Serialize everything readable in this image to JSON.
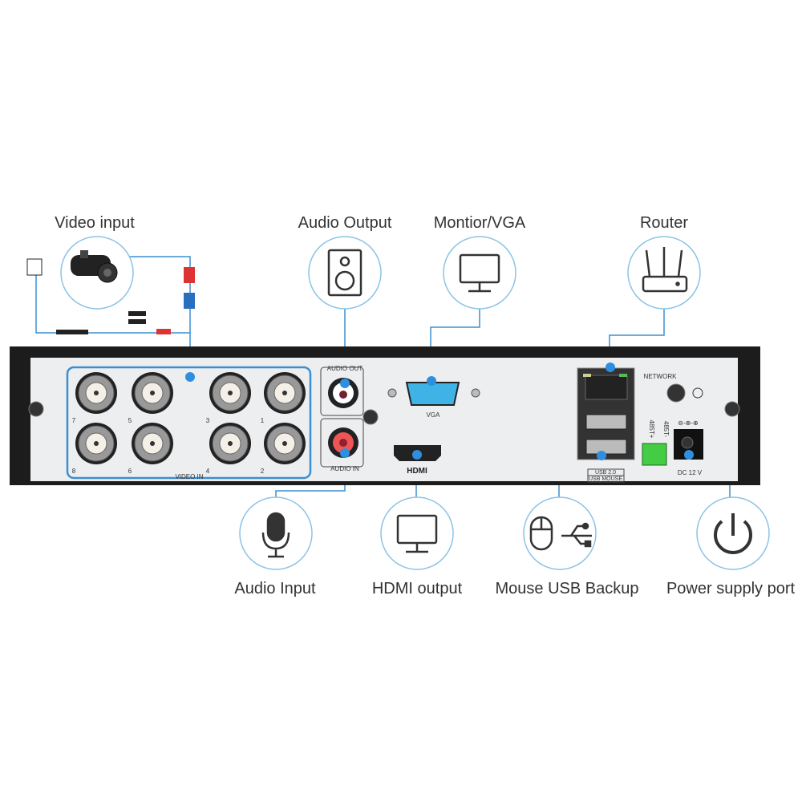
{
  "labels": {
    "video_input": "Video input",
    "audio_output": "Audio Output",
    "monitor_vga": "Montior/VGA",
    "router": "Router",
    "audio_input": "Audio Input",
    "hdmi_output": "HDMI output",
    "mouse_usb": "Mouse USB Backup",
    "power": "Power supply port"
  },
  "panel": {
    "video_in": "VIDEO IN",
    "channels": [
      "7",
      "5",
      "3",
      "1",
      "8",
      "6",
      "4",
      "2"
    ],
    "audio_out": "AUDIO OUT",
    "audio_in": "AUDIO IN",
    "vga": "VGA",
    "hdmi": "HDMI",
    "network": "NETWORK",
    "usb1": "USB 2.0",
    "usb2": "USB MOUSE",
    "rs485p": "485T+",
    "rs485m": "485T-",
    "polarity": "⊖-⊕-⊕",
    "dc": "DC 12 V"
  },
  "colors": {
    "accent": "#2f8ee0",
    "ring": "#8cc3e6",
    "frame": "#1c1c1c",
    "panel": "#eceef0"
  }
}
